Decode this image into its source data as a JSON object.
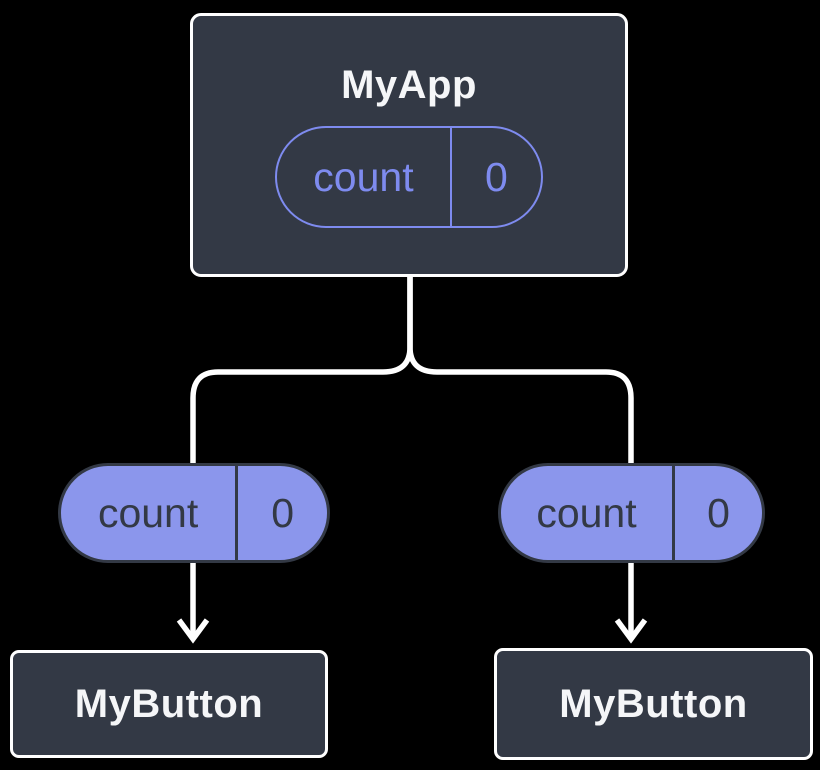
{
  "diagram": {
    "root": {
      "title": "MyApp",
      "state": {
        "label": "count",
        "value": "0"
      }
    },
    "props": [
      {
        "label": "count",
        "value": "0"
      },
      {
        "label": "count",
        "value": "0"
      }
    ],
    "children": [
      {
        "title": "MyButton"
      },
      {
        "title": "MyButton"
      }
    ]
  },
  "colors": {
    "background": "#000000",
    "node_fill": "#333945",
    "node_border": "#FFFFFF",
    "title_text": "#F5F6F8",
    "connector": "#FFFFFF",
    "state_outline": "#7E8BEF",
    "prop_fill": "#8B96EC",
    "prop_border": "#333945",
    "prop_text": "#333945"
  }
}
